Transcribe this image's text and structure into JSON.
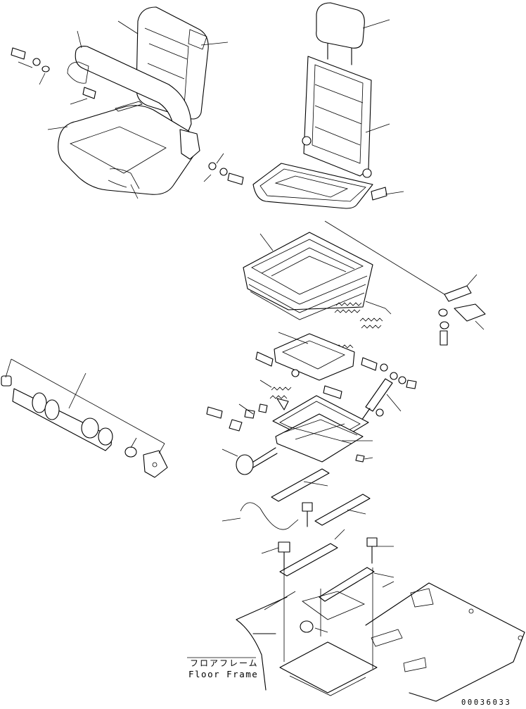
{
  "drawing": {
    "floor_label_jp": "フロアフレーム",
    "floor_label_en": "Floor Frame",
    "figure_number": "00036033"
  }
}
